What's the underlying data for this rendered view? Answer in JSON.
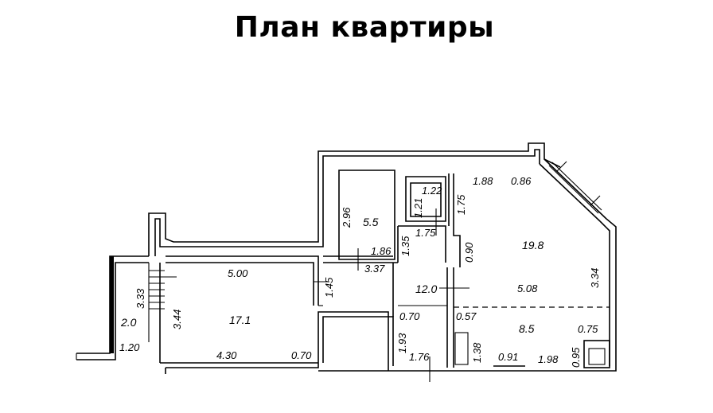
{
  "title": "План квартиры",
  "areas": {
    "living": "17.1",
    "kitchen": "19.8",
    "hall": "12.0",
    "bedroom": "8.5",
    "storage": "5.5",
    "balcony": "2.0"
  },
  "dimensions": {
    "living_width": "5.00",
    "living_bottom": "4.30",
    "living_gap": "0.70",
    "living_height": "3.44",
    "stairs_height": "3.33",
    "balcony_width": "1.20",
    "corridor_width": "1.45",
    "storage_height": "2.96",
    "storage_width": "1.86",
    "corridor_length": "3.37",
    "wc_width": "1.22",
    "wc_height": "1.21",
    "bath_width": "1.75",
    "bath_height": "1.35",
    "kitchen_top_a": "1.88",
    "kitchen_top_b": "0.86",
    "kitchen_left": "1.75",
    "kitchen_pier": "0.90",
    "kitchen_depth": "5.08",
    "kitchen_right": "3.34",
    "hall_left": "0.70",
    "hall_height": "1.93",
    "hall_bottom": "1.76",
    "bedroom_niche": "0.57",
    "bedroom_left": "1.38",
    "bedroom_b1": "0.91",
    "bedroom_b2": "1.98",
    "bedroom_right": "0.75",
    "bedroom_corner": "0.95"
  }
}
